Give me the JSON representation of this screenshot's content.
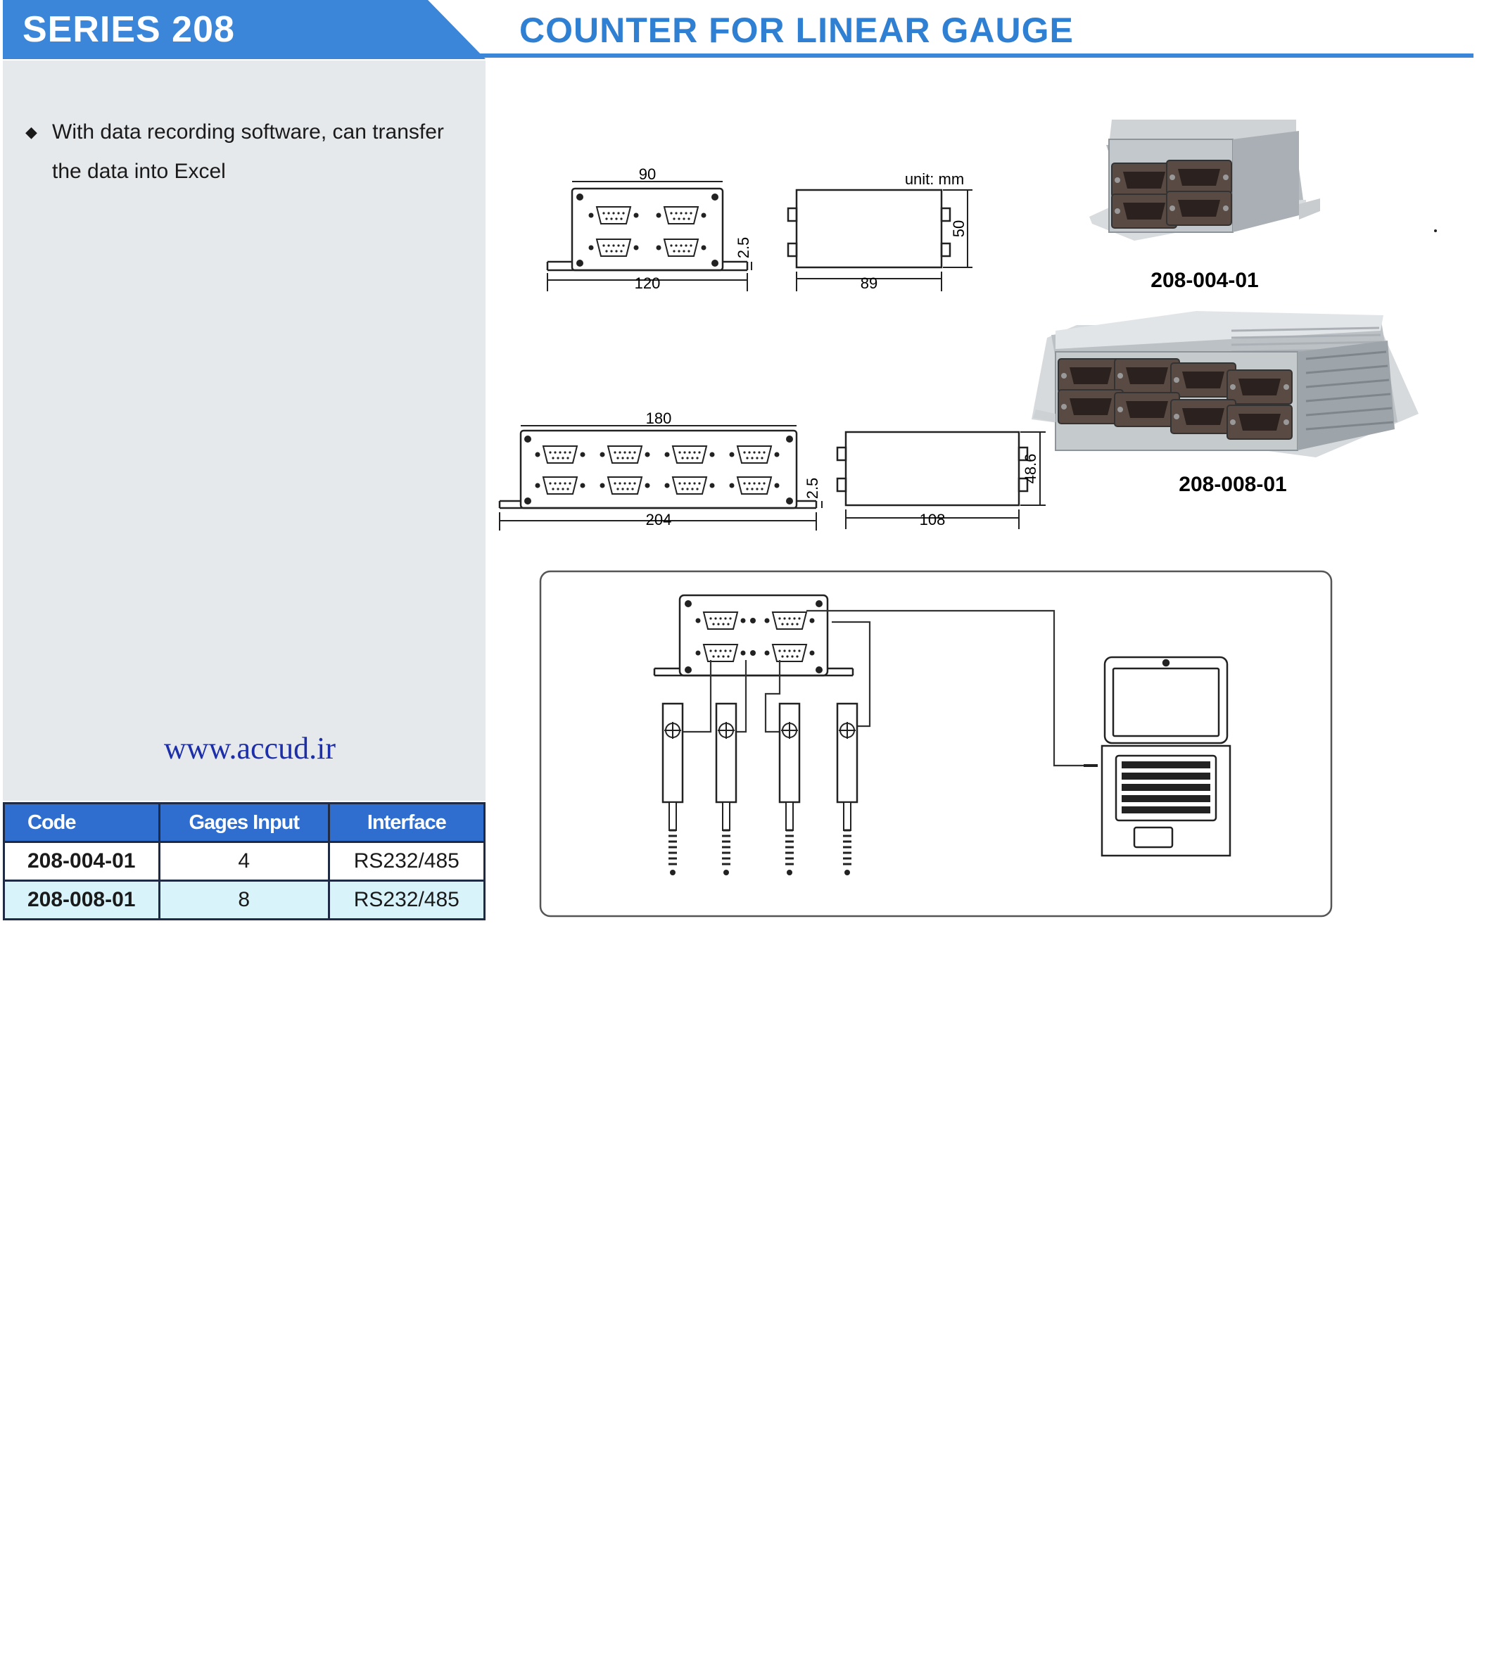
{
  "header": {
    "series": "SERIES 208",
    "title": "COUNTER FOR LINEAR GAUGE",
    "accent_color": "#3b86d8"
  },
  "features": [
    "With data recording software, can transfer the data into Excel"
  ],
  "website": "www.accud.ir",
  "drawings": {
    "unit_label": "unit: mm",
    "small_unit": {
      "front_width": "90",
      "base_width": "120",
      "base_thickness": "2.5",
      "depth": "89",
      "height": "50",
      "model": "208-004-01"
    },
    "large_unit": {
      "front_width": "180",
      "base_width": "204",
      "base_thickness": "2.5",
      "depth": "108",
      "height": "48.6",
      "model": "208-008-01"
    }
  },
  "table": {
    "headers": [
      "Code",
      "Gages Input",
      "Interface"
    ],
    "rows": [
      {
        "code": "208-004-01",
        "inputs": "4",
        "interface": "RS232/485"
      },
      {
        "code": "208-008-01",
        "inputs": "8",
        "interface": "RS232/485"
      }
    ],
    "header_color": "#2f6ecf",
    "alt_row_color": "#d8f4fa"
  }
}
